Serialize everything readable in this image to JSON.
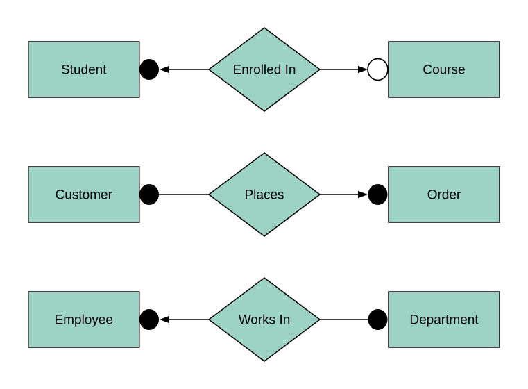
{
  "colors": {
    "background": "#ffffff",
    "shape_fill": "#9dd3c4",
    "shape_stroke": "#000000",
    "line_color": "#000000",
    "filled_connector_fill": "#000000",
    "open_connector_fill": "#ffffff"
  },
  "diagram": {
    "type": "entity-relationship",
    "rows": [
      {
        "left_entity": "Student",
        "relationship": "Enrolled In",
        "right_entity": "Course",
        "left_connector": "filled-circle",
        "right_connector": "open-circle",
        "left_arrowhead": "points-left-at-circle",
        "right_arrowhead": "points-right-at-circle"
      },
      {
        "left_entity": "Customer",
        "relationship": "Places",
        "right_entity": "Order",
        "left_connector": "filled-circle",
        "right_connector": "filled-circle",
        "left_arrowhead": "none",
        "right_arrowhead": "points-right-at-circle"
      },
      {
        "left_entity": "Employee",
        "relationship": "Works In",
        "right_entity": "Department",
        "left_connector": "filled-circle",
        "right_connector": "filled-circle",
        "left_arrowhead": "points-left-at-circle",
        "right_arrowhead": "none"
      }
    ]
  }
}
